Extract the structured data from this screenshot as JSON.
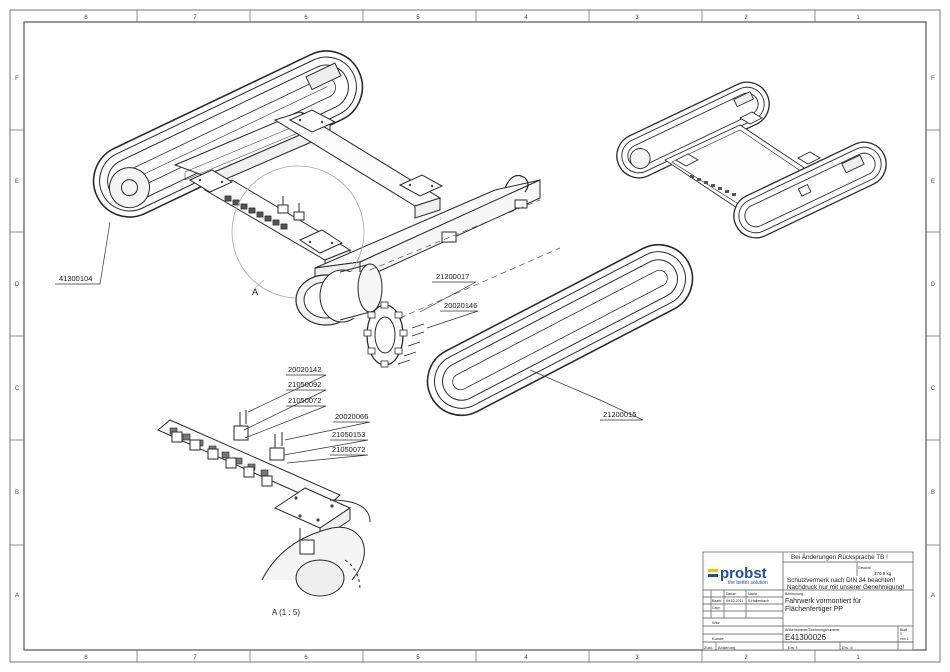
{
  "frame": {
    "columns_top": [
      "8",
      "7",
      "6",
      "5",
      "4",
      "3",
      "2",
      "1"
    ],
    "columns_bottom": [
      "8",
      "7",
      "6",
      "5",
      "4",
      "3",
      "2",
      "1"
    ],
    "rows": [
      "F",
      "E",
      "D",
      "C",
      "B",
      "A"
    ]
  },
  "callouts": [
    {
      "id": "c41300104",
      "text": "41300104"
    },
    {
      "id": "c21200017",
      "text": "21200017"
    },
    {
      "id": "c20020146",
      "text": "20020146"
    },
    {
      "id": "c21200015",
      "text": "21200015"
    },
    {
      "id": "c20020142",
      "text": "20020142"
    },
    {
      "id": "c21050092",
      "text": "21050092"
    },
    {
      "id": "c21050072a",
      "text": "21050072"
    },
    {
      "id": "c20020066",
      "text": "20020066"
    },
    {
      "id": "c21050153",
      "text": "21050153"
    },
    {
      "id": "c21050072b",
      "text": "21050072"
    }
  ],
  "detail_marker": "A",
  "detail_label": "A  (1 : 5)",
  "title_block": {
    "logo_text": "probst",
    "logo_tagline": "the better solution",
    "notice": "Bei Änderungen Rücksprache TB !",
    "weight_label": "Gewicht",
    "weight_value": "370,9 kg",
    "protection_line1": "Schutzvermerk nach DIN 34 beachten!",
    "protection_line2": "Nachdruck nur mit unserer Genehmigung!",
    "col_date": "Datum",
    "col_name": "Name",
    "row_bearb": "Bearb.",
    "date_value": "09.02.2011",
    "name_value": "S.Hallenbach",
    "row_gepr": "Gepr.",
    "designation_label": "Benennung",
    "designation_line1": "Fahrwerk vormontiert für",
    "designation_line2": "Flächenfertiger PP",
    "row_werk": "Wkz",
    "row_kunde": "Kunde",
    "drawing_no_label": "Artikelnummer/Zeichnungsnummer",
    "drawing_no": "E41300026",
    "sheet_label": "Blatt",
    "sheet_value": "1",
    "sheets_total": "von 1",
    "zust": "Zust.",
    "aend": "Änderung",
    "ers_fur": "Ers. f.",
    "ers_d": "Ers. d."
  },
  "colors": {
    "line": "#2a2a2a",
    "frame": "#555555",
    "logo_blue": "#1e4fa3",
    "logo_yellow": "#f3c300"
  }
}
